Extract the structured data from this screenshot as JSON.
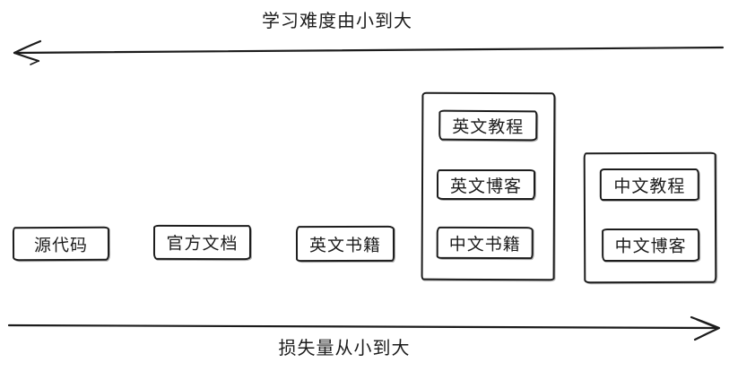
{
  "colors": {
    "ink": "#1c1c1c",
    "background": "#ffffff"
  },
  "axes": {
    "top": {
      "label": "学习难度由小到大",
      "direction": "left"
    },
    "bottom": {
      "label": "损失量从小到大",
      "direction": "right"
    }
  },
  "boxes": [
    {
      "label": "源代码"
    },
    {
      "label": "官方文档"
    },
    {
      "label": "英文书籍"
    }
  ],
  "groups": [
    {
      "items": [
        {
          "label": "英文教程"
        },
        {
          "label": "英文博客"
        },
        {
          "label": "中文书籍"
        }
      ]
    },
    {
      "items": [
        {
          "label": "中文教程"
        },
        {
          "label": "中文博客"
        }
      ]
    }
  ]
}
